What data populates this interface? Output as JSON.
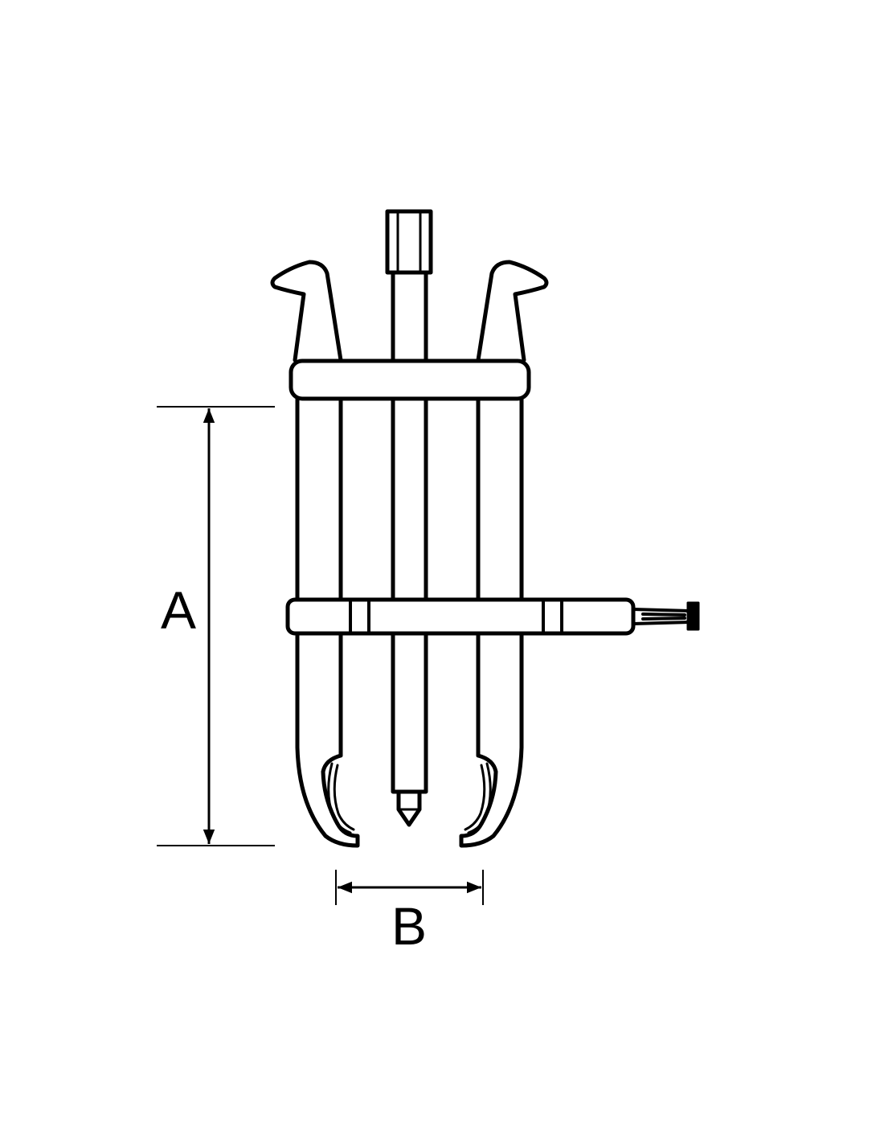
{
  "drawing": {
    "subject": "two-jaw-puller",
    "line_color": "#000000",
    "background_color": "#ffffff"
  },
  "dimensions": {
    "a": {
      "label": "A"
    },
    "b": {
      "label": "B"
    }
  }
}
